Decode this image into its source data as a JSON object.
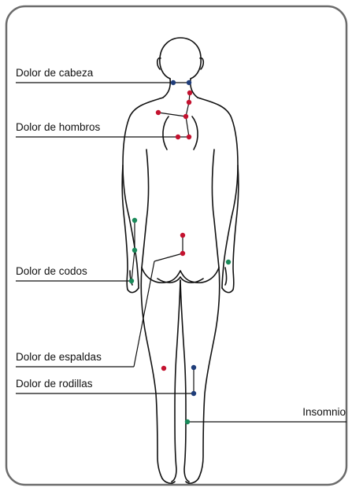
{
  "labels": {
    "cabeza": "Dolor de cabeza",
    "hombros": "Dolor de hombros",
    "codos": "Dolor de codos",
    "espaldas": "Dolor de espaldas",
    "rodillas": "Dolor de rodillas",
    "insomnio": "Insomnio"
  },
  "colors": {
    "frame": "#6b6b6b",
    "outline": "#111111",
    "leader": "#111111",
    "head_points": "#1f3d7a",
    "shoulder_points": "#c4122f",
    "elbow_points": "#1a8a5a",
    "back_points": "#c4122f",
    "knee_points": "#1f3d7a",
    "insomnia_points": "#1a8a5a"
  }
}
